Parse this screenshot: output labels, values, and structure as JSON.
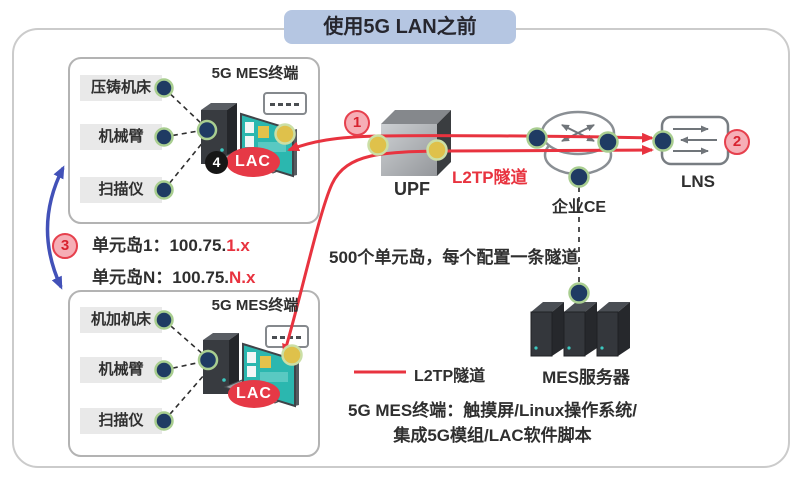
{
  "title": "使用5G LAN之前",
  "islands": {
    "island1": {
      "terminal_label": "5G MES终端",
      "devices": [
        "压铸机床",
        "机械臂",
        "扫描仪"
      ],
      "lac_label": "LAC"
    },
    "island_n": {
      "terminal_label": "5G MES终端",
      "devices": [
        "机加机床",
        "机械臂",
        "扫描仪"
      ],
      "lac_label": "LAC"
    }
  },
  "addressing": {
    "island1_black": "单元岛1：100.75.",
    "island1_red": "1.x",
    "islandn_black": "单元岛N：100.75.",
    "islandn_red": "N.x"
  },
  "nodes": {
    "upf": "UPF",
    "tunnel_label": "L2TP隧道",
    "enterprise_ce": "企业CE",
    "lns": "LNS",
    "mes_server": "MES服务器"
  },
  "badges": {
    "b1": "1",
    "b2": "2",
    "b3": "3",
    "b4": "4"
  },
  "notes": {
    "tunnel_note": "500个单元岛，每个配置一条隧道",
    "legend_label": "L2TP隧道",
    "terminal_spec_line1": "5G MES终端：触摸屏/Linux操作系统/",
    "terminal_spec_line2": "集成5G模组/LAC软件脚本"
  },
  "colors": {
    "tunnel_red": "#E8333F",
    "title_badge_bg": "#B5C6E2",
    "node_dot_navy": "#1F3B63",
    "dot_ring_green": "#A9CE90",
    "port_dot_yellow": "#DFC14B",
    "screen_teal": "#2BB7AF",
    "lac_red": "#E63946",
    "swap_arrow_blue": "#4251B8",
    "badge_pink_bg": "#F6AEB6"
  }
}
